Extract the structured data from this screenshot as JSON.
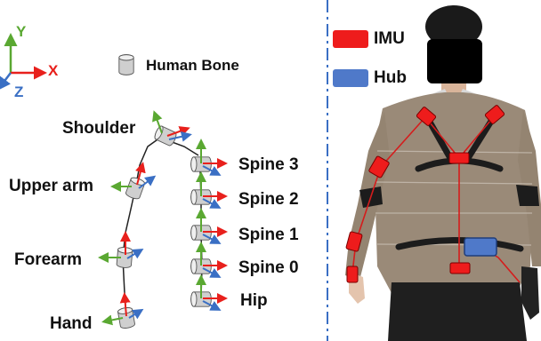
{
  "axes_legend": {
    "y": "Y",
    "x": "X",
    "z": "Z",
    "colors": {
      "x": "#e8201c",
      "y": "#5aa832",
      "z": "#3a6fc4"
    }
  },
  "bone_legend": {
    "label": "Human Bone"
  },
  "joints": {
    "shoulder": "Shoulder",
    "upper_arm": "Upper arm",
    "forearm": "Forearm",
    "hand": "Hand",
    "spine3": "Spine 3",
    "spine2": "Spine 2",
    "spine1": "Spine 1",
    "spine0": "Spine 0",
    "hip": "Hip"
  },
  "device_legend": {
    "imu": {
      "label": "IMU",
      "color": "#ee1c1c"
    },
    "hub": {
      "label": "Hub",
      "color": "#4f79c9"
    }
  },
  "colors": {
    "bone_fill": "#d4d4d4",
    "bone_stroke": "#555555",
    "divider": "#3a6fc4",
    "wire": "#d51c1c"
  }
}
